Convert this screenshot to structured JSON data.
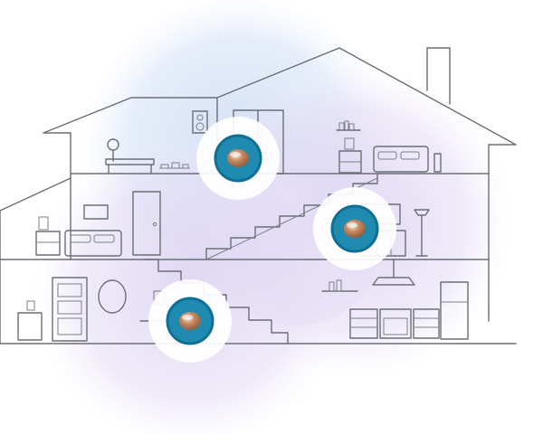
{
  "colors": {
    "background": "#ffffff",
    "outline": "#6a6f76",
    "coverage_blue": "#c9d9f3",
    "coverage_violet": "#dcd0f1",
    "node_body": "#1f8bb0",
    "node_ring": "#0f6f93",
    "node_core": "#c6885f"
  },
  "scene": {
    "subject": "house-cross-section",
    "floors": [
      "attic",
      "upper-floor",
      "ground-floor"
    ],
    "furniture_icons": [
      "speaker-icon",
      "wardrobe-icon",
      "desk-lamp-icon",
      "desk-icon",
      "bookshelf-icon",
      "bedside-table-icon",
      "sofa-icon",
      "bed-icon",
      "door-icon",
      "picture-frame-icon",
      "tv-icon",
      "floor-lamp-icon",
      "mirror-icon",
      "range-hood-icon",
      "stove-icon",
      "kitchen-cabinet-icon",
      "fridge-icon",
      "staircase-icon"
    ],
    "mesh_nodes": [
      {
        "name": "mesh-node-attic",
        "icon": "wifi-router-icon"
      },
      {
        "name": "mesh-node-upper",
        "icon": "wifi-router-icon"
      },
      {
        "name": "mesh-node-ground",
        "icon": "wifi-router-icon"
      }
    ]
  }
}
